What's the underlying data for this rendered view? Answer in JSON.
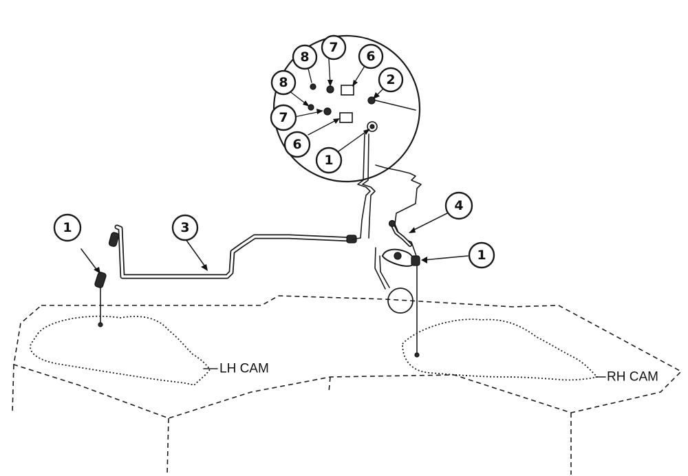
{
  "callouts": {
    "c1_left": "1",
    "c3": "3",
    "c4": "4",
    "c1_right": "1",
    "detail_8_top": "8",
    "detail_7_top": "7",
    "detail_6_top": "6",
    "detail_2": "2",
    "detail_8_mid": "8",
    "detail_7_mid": "7",
    "detail_6_bottom": "6",
    "detail_1": "1"
  },
  "labels": {
    "lh_cam": "LH CAM",
    "rh_cam": "RH CAM"
  }
}
